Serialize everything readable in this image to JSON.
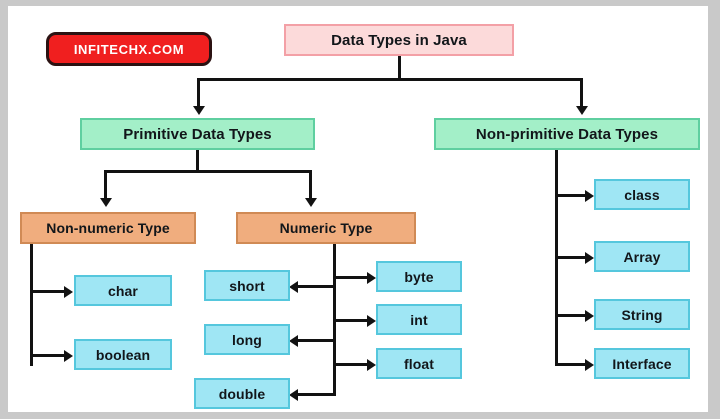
{
  "diagram": {
    "watermark": "INFITECHX.COM",
    "title": "Data Types in Java",
    "colors": {
      "title_fill": "#fcdada",
      "title_stroke": "#f3a0a6",
      "category_fill": "#a3efc8",
      "category_stroke": "#5fcfa0",
      "subcategory_fill": "#f0ad7e",
      "subcategory_stroke": "#d08a55",
      "leaf_fill": "#9fe6f4",
      "leaf_stroke": "#55c7dd",
      "badge_fill": "#f01f1f",
      "connector": "#121212",
      "canvas": "#ffffff",
      "frame": "#c9c9c9"
    },
    "nodes": {
      "root": "Data Types in Java",
      "primitive": "Primitive Data Types",
      "non_primitive": "Non-primitive Data Types",
      "non_numeric": "Non-numeric Type",
      "numeric": "Numeric Type",
      "char": "char",
      "boolean": "boolean",
      "short": "short",
      "long": "long",
      "double": "double",
      "byte": "byte",
      "int": "int",
      "float": "float",
      "class": "class",
      "array": "Array",
      "string": "String",
      "interface": "Interface"
    }
  }
}
